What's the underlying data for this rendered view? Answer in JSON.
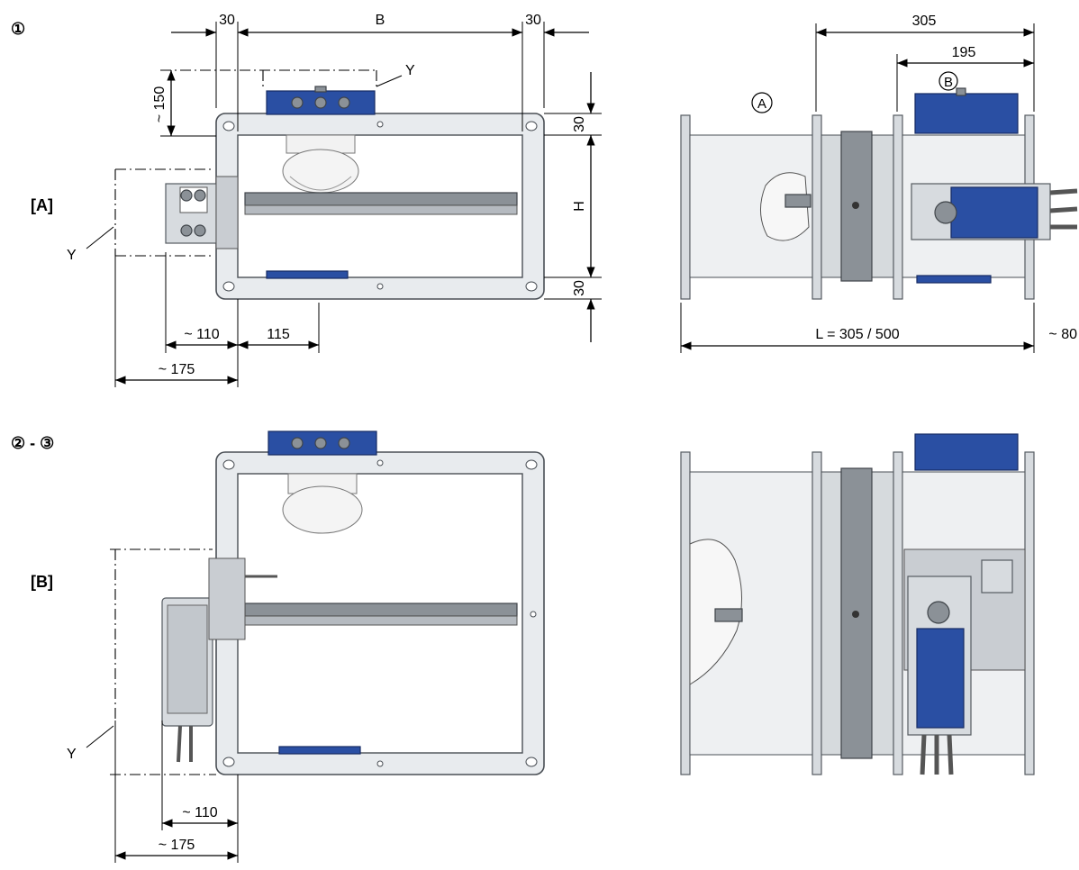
{
  "markers": {
    "view1": "①",
    "view23": "② - ③",
    "rowA": "[A]",
    "rowB": "[B]",
    "circleA": "A",
    "circleB": "B",
    "y": "Y"
  },
  "dimensions": {
    "top_left_30": "30",
    "top_b": "B",
    "top_right_30": "30",
    "height_150": "~ 150",
    "right_top_30": "30",
    "right_h": "H",
    "right_bottom_30": "30",
    "a_110": "~ 110",
    "a_115": "115",
    "a_175": "~ 175",
    "side_305": "305",
    "side_195": "195",
    "side_l": "L = 305 / 500",
    "side_80": "~ 80",
    "b_110": "~ 110",
    "b_175": "~ 175"
  },
  "colors": {
    "actuator_blue": "#2a4fa3",
    "frame_gray": "#e8ebee",
    "housing_gray": "#8b9197"
  }
}
